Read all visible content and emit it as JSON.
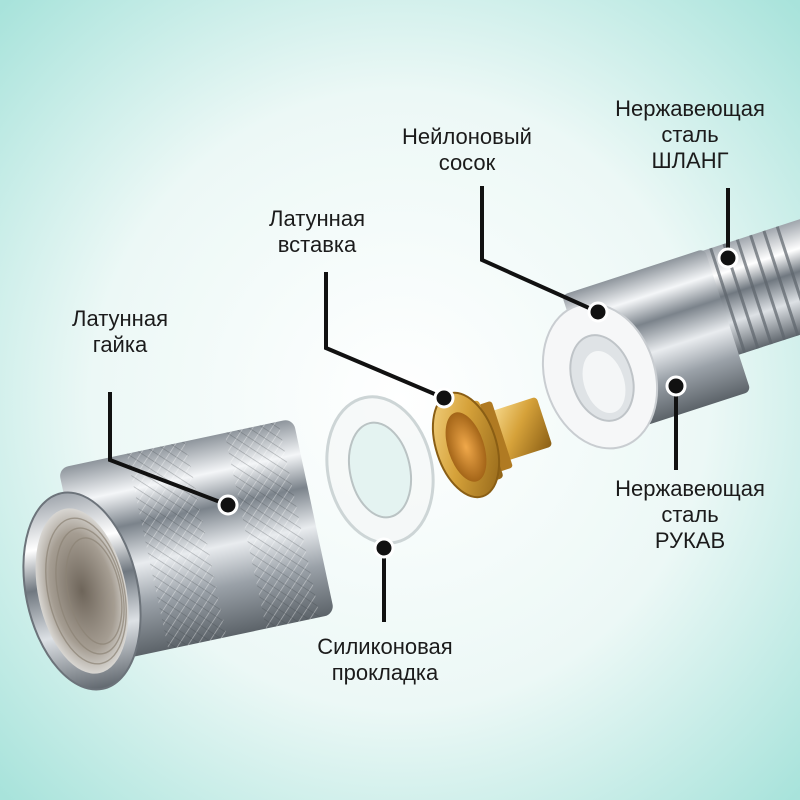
{
  "colors": {
    "background": "#dff4f1",
    "leader": "#111111",
    "brass": "#c9962e",
    "steel": "#c9ccd0"
  },
  "parts": {
    "brass_nut": {
      "icon": "brass-nut-icon",
      "lines": [
        "Латунная",
        "гайка"
      ]
    },
    "silicone_gasket": {
      "icon": "silicone-gasket-icon",
      "lines": [
        "Силиконовая",
        "прокладка"
      ]
    },
    "brass_insert": {
      "icon": "brass-insert-icon",
      "lines": [
        "Латунная",
        "вставка"
      ]
    },
    "nylon_nipple": {
      "icon": "nylon-nipple-icon",
      "lines": [
        "Нейлоновый",
        "сосок"
      ]
    },
    "steel_hose": {
      "icon": "steel-hose-icon",
      "lines": [
        "Нержавеющая",
        "сталь",
        "ШЛАНГ"
      ]
    },
    "steel_sleeve": {
      "icon": "steel-sleeve-icon",
      "lines": [
        "Нержавеющая",
        "сталь",
        "РУКАВ"
      ]
    }
  }
}
